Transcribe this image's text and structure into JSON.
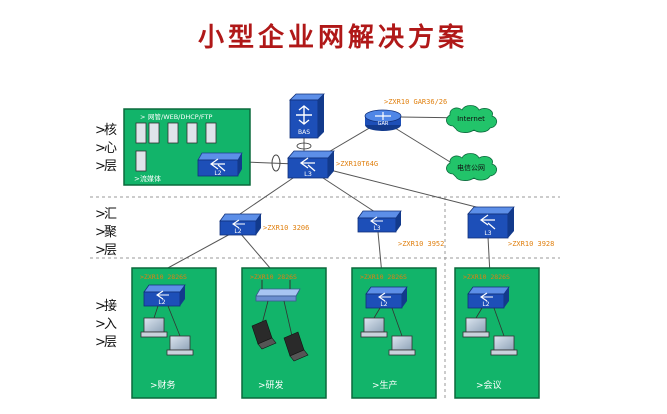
{
  "title": "小型企业网解决方案",
  "layers": {
    "core": [
      "核",
      "心",
      "层"
    ],
    "aggregation": [
      "汇",
      "聚",
      "层"
    ],
    "access": [
      "接",
      "入",
      "层"
    ]
  },
  "core": {
    "server_group_label": "网管/WEB/DHCP/FTP",
    "stream_label": "流媒体",
    "switch_l2": "L2",
    "bas_label": "BAS",
    "core_switch_label": "L3",
    "core_switch_model": ">ZXR10T64G",
    "router_label": "GAR",
    "router_model": ">ZXR10  GAR36/26",
    "internet_label": "Internet",
    "telecom_label": "电信公网"
  },
  "aggregation": {
    "switch1_label": "L2",
    "switch1_model": ">ZXR10 3206",
    "switch2_label": "L3",
    "switch2_model": ">ZXR10 3952",
    "switch3_label": "L3",
    "switch3_model": ">ZXR10 3928"
  },
  "access": {
    "zones": [
      {
        "top_label": ">ZXR10 2826S",
        "switch_label": "L2",
        "name": ">财务"
      },
      {
        "top_label": ">ZXR10 2826S",
        "switch_label": "",
        "name": ">研发"
      },
      {
        "top_label": ">ZXR10 2826S",
        "switch_label": "L2",
        "name": ">生产"
      },
      {
        "top_label": ">ZXR10 2826S",
        "switch_label": "L2",
        "name": ">会议"
      }
    ]
  },
  "colors": {
    "title": "#b01818",
    "zone_fill": "#12b46a",
    "zone_stroke": "#0b6a3c",
    "switch_blue": "#1d4fb8",
    "model_text": "#e08010",
    "cloud_fill": "#22c46a",
    "dashed_line": "#9a9a9a"
  }
}
